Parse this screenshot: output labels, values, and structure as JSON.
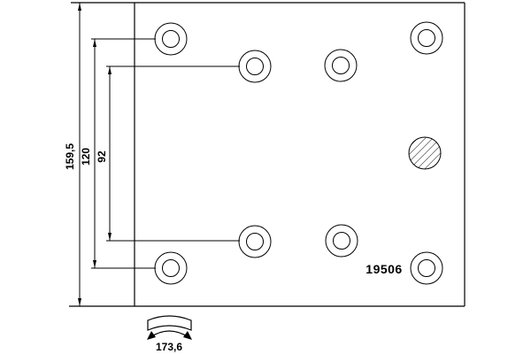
{
  "diagram": {
    "part_number": "19506",
    "dimensions": {
      "total_height": "159,5",
      "outer_hole_span": "120",
      "inner_hole_span": "92",
      "arc_length": "173,6"
    },
    "hole_count": 8,
    "hatched_hole_count": 1
  },
  "colors": {
    "line": "#000000",
    "background": "#ffffff"
  }
}
